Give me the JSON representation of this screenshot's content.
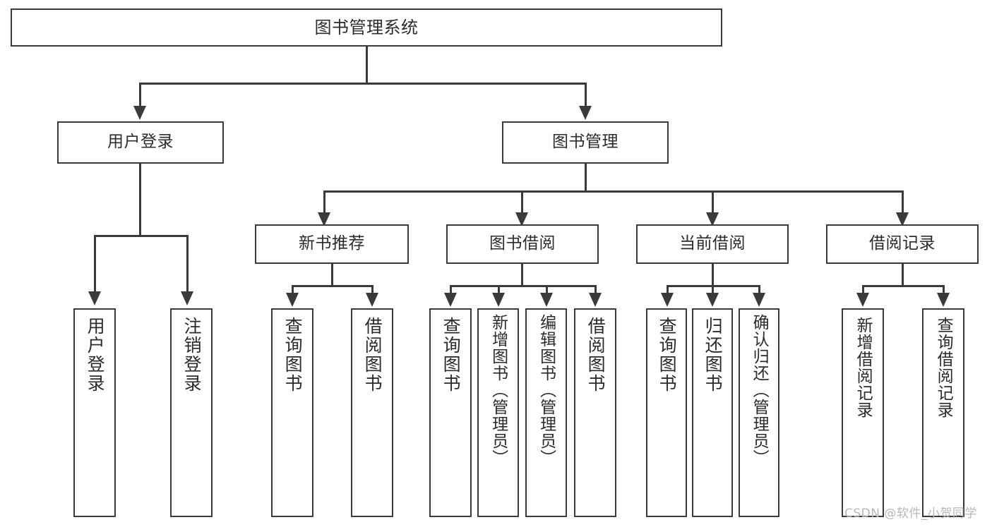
{
  "diagram": {
    "type": "tree-hierarchy",
    "title": "图书管理系统",
    "root": {
      "label": "图书管理系统"
    },
    "level2": [
      {
        "label": "用户登录"
      },
      {
        "label": "图书管理"
      }
    ],
    "level3": [
      {
        "label": "新书推荐"
      },
      {
        "label": "图书借阅"
      },
      {
        "label": "当前借阅"
      },
      {
        "label": "借阅记录"
      }
    ],
    "leaves": {
      "user_login": [
        {
          "label": "用户登录"
        },
        {
          "label": "注销登录"
        }
      ],
      "new_book_recommend": [
        {
          "label": "查询图书"
        },
        {
          "label": "借阅图书"
        }
      ],
      "book_borrow": [
        {
          "label": "查询图书"
        },
        {
          "label": "新增图书（管理员）"
        },
        {
          "label": "编辑图书（管理员）"
        },
        {
          "label": "借阅图书"
        }
      ],
      "current_borrow": [
        {
          "label": "查询图书"
        },
        {
          "label": "归还图书"
        },
        {
          "label": "确认归还（管理员）"
        }
      ],
      "borrow_record": [
        {
          "label": "新增借阅记录"
        },
        {
          "label": "查询借阅记录"
        }
      ]
    }
  },
  "watermark": {
    "text": "CSDN @软件_小贺同学"
  },
  "colors": {
    "stroke": "#3a3a3a",
    "text": "#2b2b2b",
    "background": "#ffffff",
    "watermark": "#b8b8b8"
  }
}
